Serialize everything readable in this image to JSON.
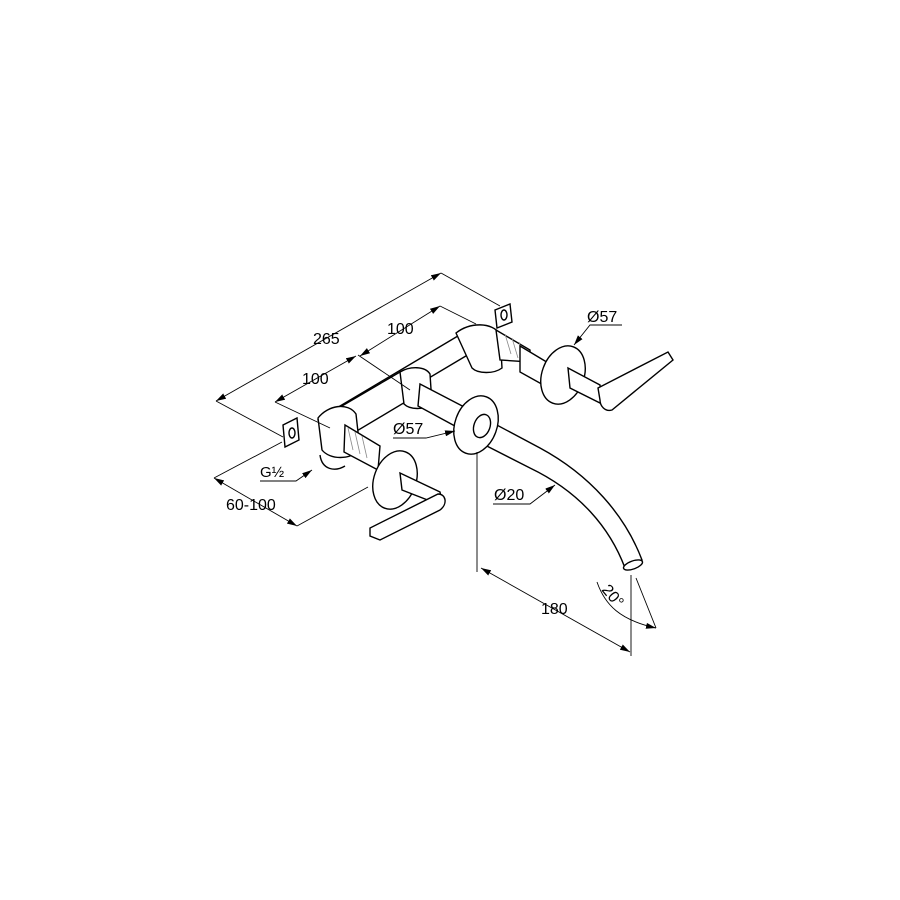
{
  "drawing": {
    "title": "Wall-mounted 3-hole basin mixer dimension drawing",
    "dimensions": {
      "overall_width": "265",
      "handle_spacing_upper": "100",
      "handle_spacing_lower": "100",
      "wall_depth": "60-100",
      "thread": "G½",
      "flange_left": "Ø57",
      "flange_right": "Ø57",
      "spout_diameter": "Ø20",
      "spout_projection": "180",
      "spout_angle": "20°"
    },
    "units": "mm"
  }
}
